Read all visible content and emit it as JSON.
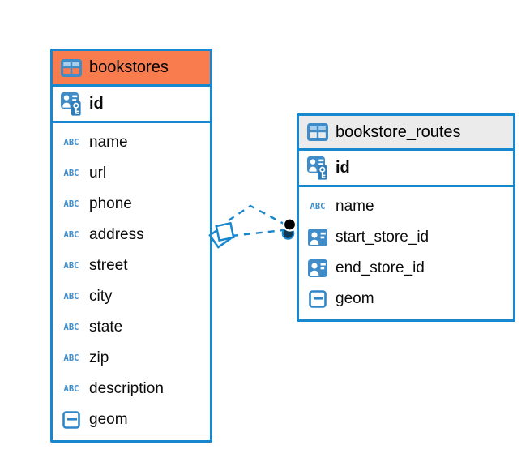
{
  "colors": {
    "accent_blue": "#1787CE",
    "icon_blue": "#3F8CC9",
    "bookstores_header": "#F97C4E",
    "routes_header": "#EBEBEB",
    "relationship_line": "#1787CE",
    "canvas_background": "#FFFFFF"
  },
  "icons": {
    "text_glyph": "ABC"
  },
  "tables": [
    {
      "name": "bookstores",
      "columns": [
        {
          "name": "id",
          "icon": "primary-key-icon"
        },
        {
          "name": "name",
          "icon": "text-column-icon"
        },
        {
          "name": "url",
          "icon": "text-column-icon"
        },
        {
          "name": "phone",
          "icon": "text-column-icon"
        },
        {
          "name": "address",
          "icon": "text-column-icon"
        },
        {
          "name": "street",
          "icon": "text-column-icon"
        },
        {
          "name": "city",
          "icon": "text-column-icon"
        },
        {
          "name": "state",
          "icon": "text-column-icon"
        },
        {
          "name": "zip",
          "icon": "text-column-icon"
        },
        {
          "name": "description",
          "icon": "text-column-icon"
        },
        {
          "name": "geom",
          "icon": "geometry-column-icon"
        }
      ]
    },
    {
      "name": "bookstore_routes",
      "columns": [
        {
          "name": "id",
          "icon": "primary-key-icon"
        },
        {
          "name": "name",
          "icon": "text-column-icon"
        },
        {
          "name": "start_store_id",
          "icon": "foreign-key-icon"
        },
        {
          "name": "end_store_id",
          "icon": "foreign-key-icon"
        },
        {
          "name": "geom",
          "icon": "geometry-column-icon"
        }
      ]
    }
  ],
  "relationships": [
    {
      "from_table": "bookstore_routes",
      "to_table": "bookstores",
      "style": "dashed"
    },
    {
      "from_table": "bookstore_routes",
      "to_table": "bookstores",
      "style": "dashed"
    }
  ]
}
